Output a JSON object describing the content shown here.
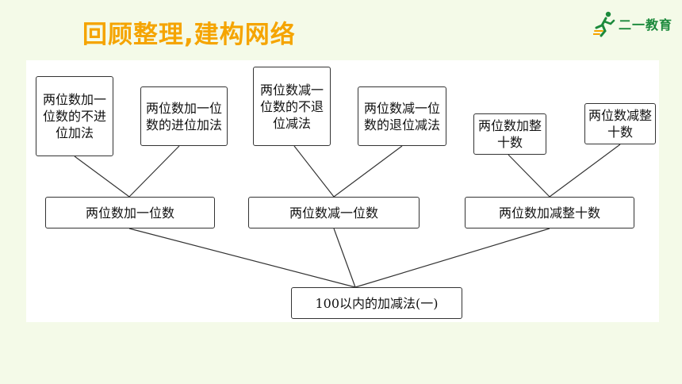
{
  "title": "回顾整理,建构网络",
  "logo": {
    "icon": "runner-icon",
    "text": "二一教育",
    "color": "#1c8a3c"
  },
  "colors": {
    "title": "#f5a400",
    "background": "#f4fae8",
    "panel": "#ffffff",
    "line": "#333333"
  },
  "diagram": {
    "root": "100以内的加减法(一)",
    "branches": [
      {
        "label": "两位数加一位数",
        "leaves": [
          "两位数加一位数的不进位加法",
          "两位数加一位数的进位加法"
        ]
      },
      {
        "label": "两位数减一位数",
        "leaves": [
          "两位数减一位数的不退位减法",
          "两位数减一位数的退位减法"
        ]
      },
      {
        "label": "两位数加减整十数",
        "leaves": [
          "两位数加整十数",
          "两位数减整十数"
        ]
      }
    ]
  }
}
